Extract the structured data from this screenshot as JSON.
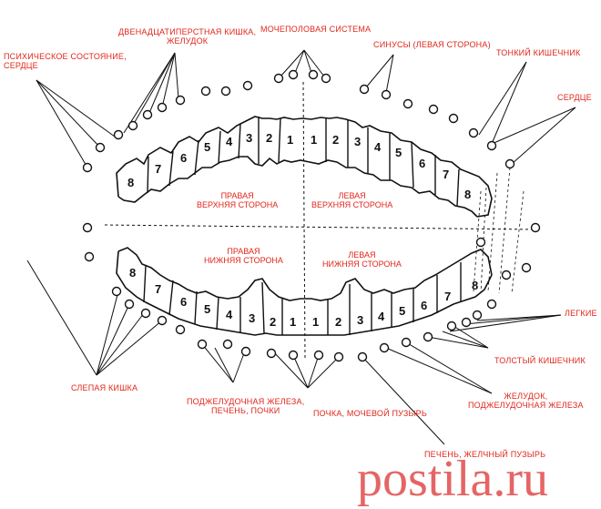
{
  "labels": {
    "psychic": "ПСИХИЧЕСКОЕ СОСТОЯНИЕ,\nСЕРДЦЕ",
    "duodenum": "ДВЕНАДЦАТИПЕРСТНАЯ КИШКА,\nЖЕЛУДОК",
    "urogenital": "МОЧЕПОЛОВАЯ СИСТЕМА",
    "sinuses": "СИНУСЫ (ЛЕВАЯ СТОРОНА)",
    "small_intestine": "ТОНКИЙ КИШЕЧНИК",
    "heart": "СЕРДЦЕ",
    "lungs": "ЛЕГКИЕ",
    "large_intestine": "ТОЛСТЫЙ КИШЕЧНИК",
    "stomach_pancreas": "ЖЕЛУДОК,\nПОДЖЕЛУДОЧНАЯ ЖЕЛЕЗА",
    "liver_gallbladder": "ПЕЧЕНЬ, ЖЕЛЧНЫЙ ПУЗЫРЬ",
    "kidney_bladder": "ПОЧКА, МОЧЕВОЙ ПУЗЫРЬ",
    "pancreas_liver_kidneys": "ПОДЖЕЛУДОЧНАЯ ЖЕЛЕЗА,\nПЕЧЕНЬ, ПОЧКИ",
    "cecum": "СЛЕПАЯ КИШКА"
  },
  "quadrants": {
    "upper_right": "ПРАВАЯ\nВЕРХНЯЯ СТОРОНА",
    "upper_left": "ЛЕВАЯ\nВЕРХНЯЯ СТОРОНА",
    "lower_right": "ПРАВАЯ\nНИЖНЯЯ СТОРОНА",
    "lower_left": "ЛЕВАЯ\nНИЖНЯЯ СТОРОНА"
  },
  "teeth_numbers": {
    "upper_right": [
      "8",
      "7",
      "6",
      "5",
      "4",
      "3",
      "2",
      "1"
    ],
    "upper_left": [
      "1",
      "2",
      "3",
      "4",
      "5",
      "6",
      "7",
      "8"
    ],
    "lower_right": [
      "8",
      "7",
      "6",
      "5",
      "4",
      "3",
      "2",
      "1"
    ],
    "lower_left": [
      "1",
      "2",
      "3",
      "4",
      "5",
      "6",
      "7",
      "8"
    ]
  },
  "watermark": "postila.ru",
  "colors": {
    "label": "#e0261b",
    "line": "#111111",
    "watermark": "#e14b4b"
  }
}
